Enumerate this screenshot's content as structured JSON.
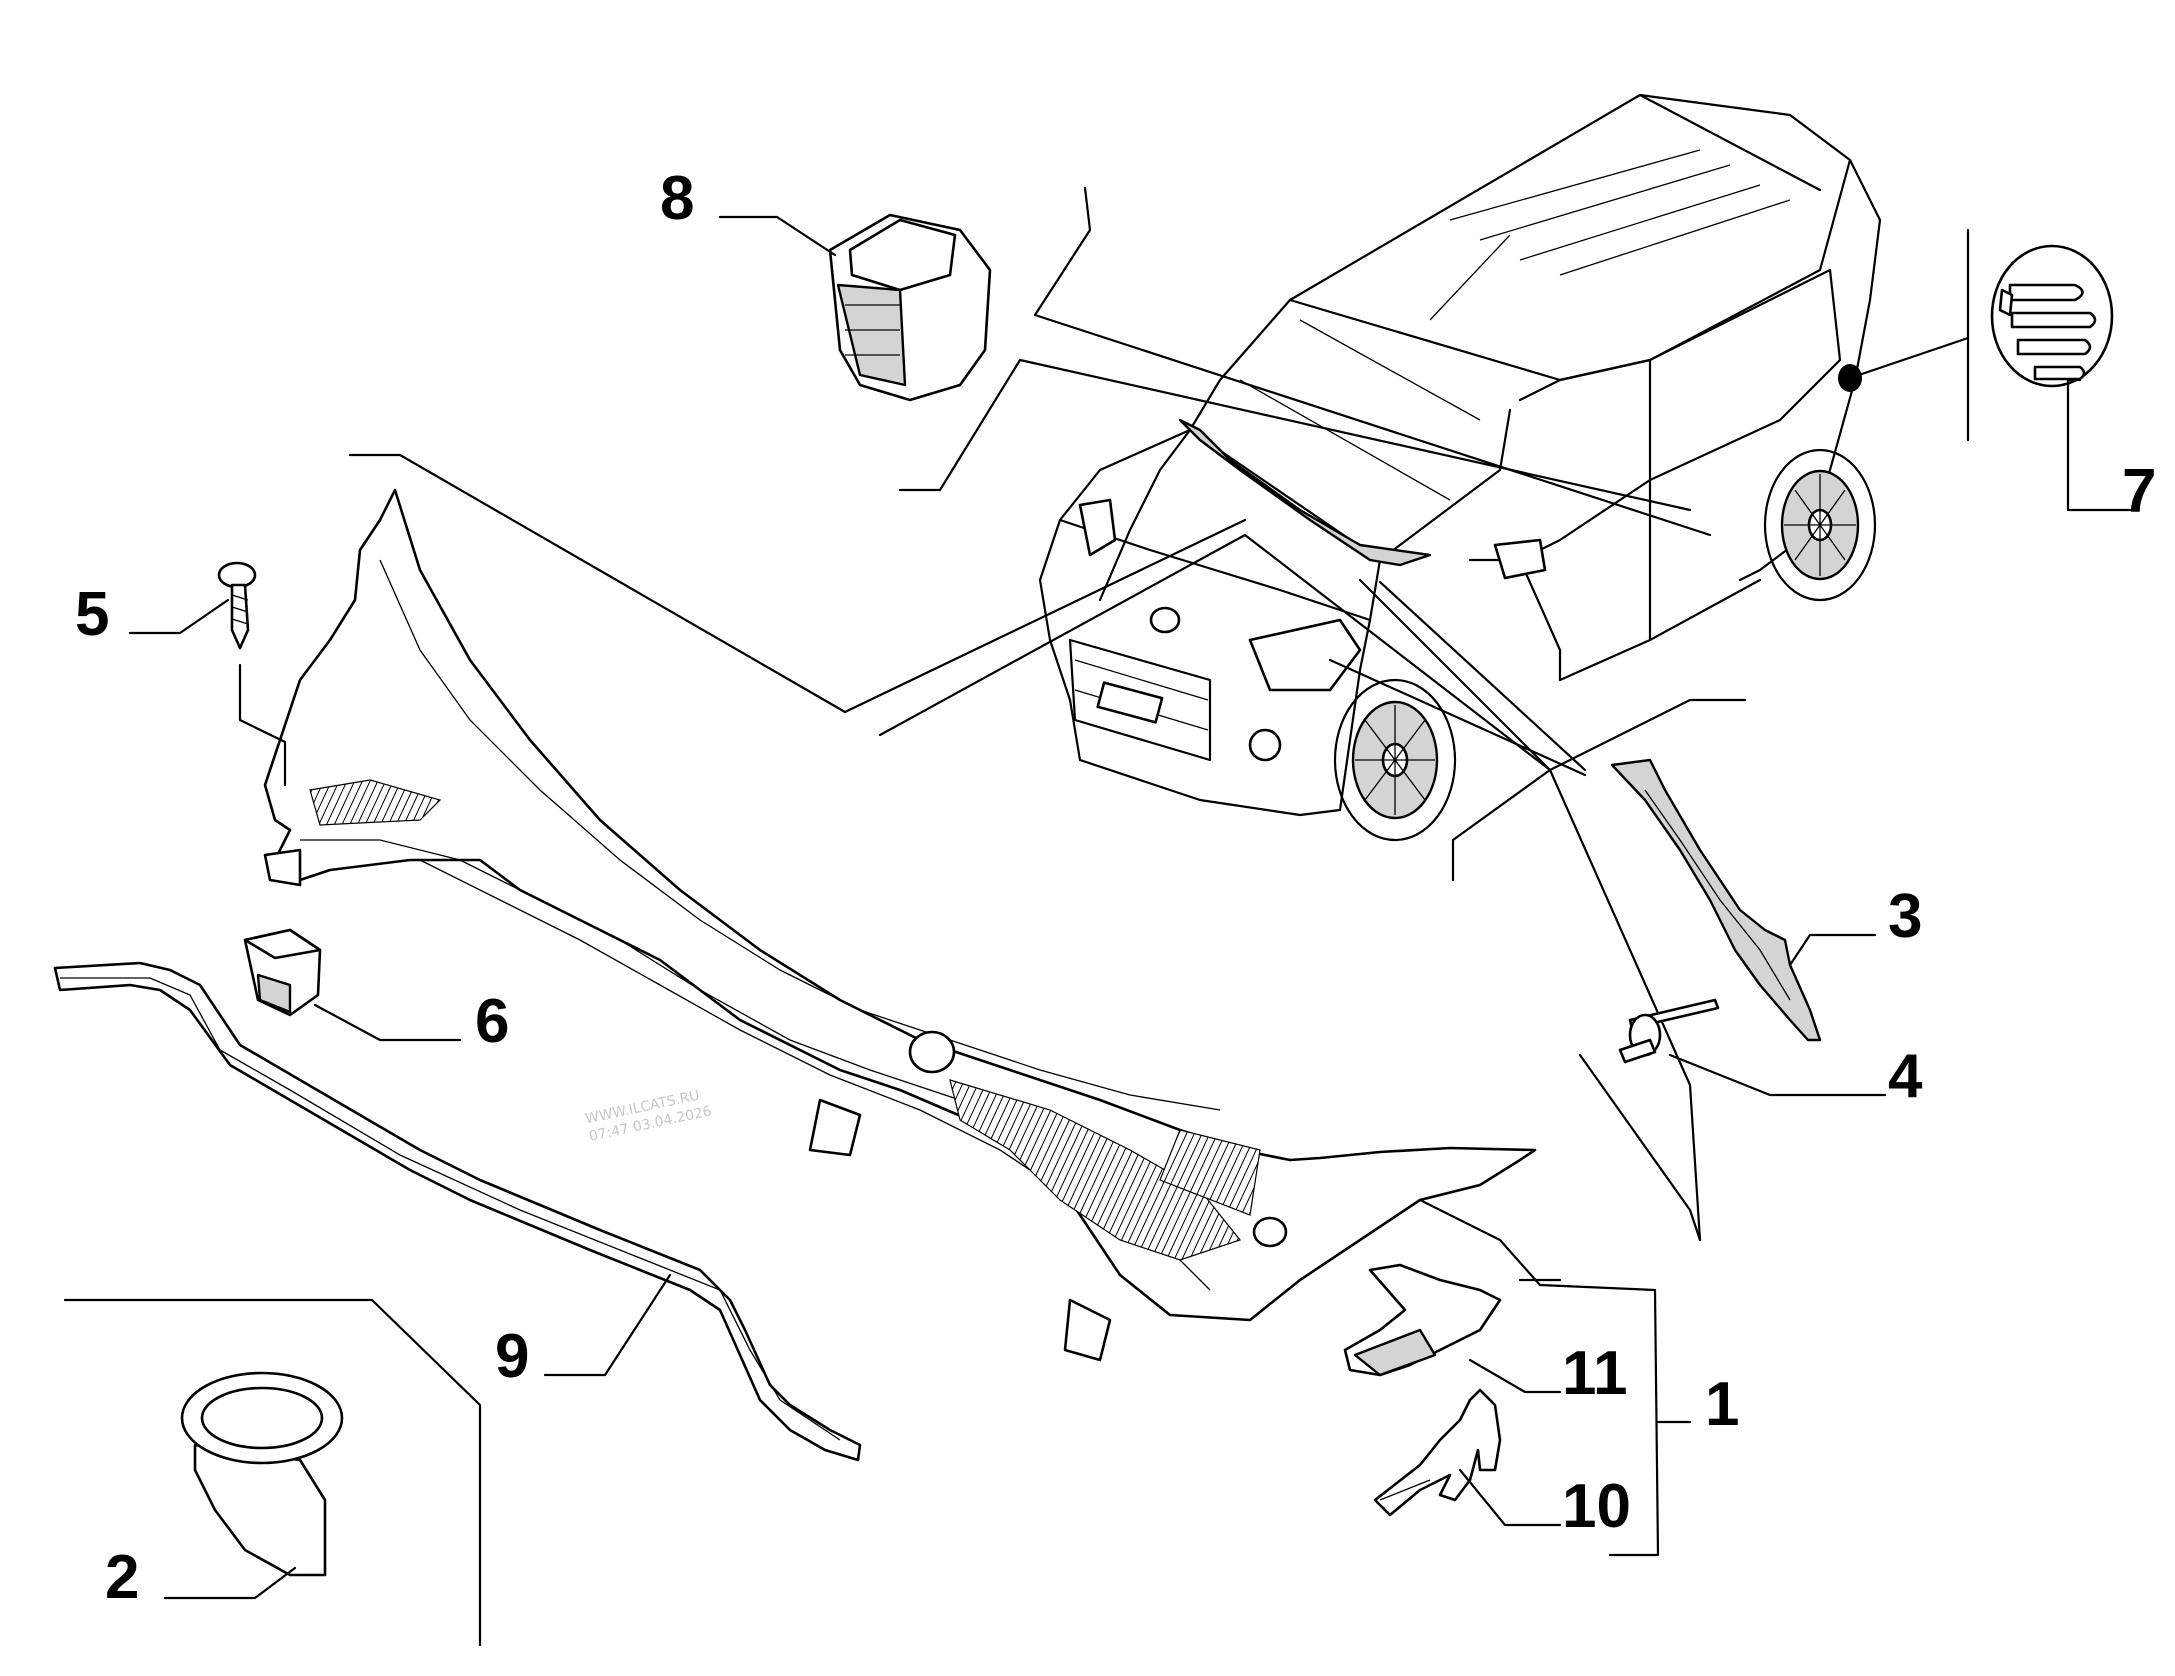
{
  "diagram": {
    "callouts": [
      {
        "id": "1",
        "label": "1"
      },
      {
        "id": "2",
        "label": "2"
      },
      {
        "id": "3",
        "label": "3"
      },
      {
        "id": "4",
        "label": "4"
      },
      {
        "id": "5",
        "label": "5"
      },
      {
        "id": "6",
        "label": "6"
      },
      {
        "id": "7",
        "label": "7"
      },
      {
        "id": "8",
        "label": "8"
      },
      {
        "id": "9",
        "label": "9"
      },
      {
        "id": "10",
        "label": "10"
      },
      {
        "id": "11",
        "label": "11"
      }
    ],
    "watermark": {
      "line1": "WWW.ILCATS.RU",
      "line2": "07:47 03.04.2026"
    }
  }
}
